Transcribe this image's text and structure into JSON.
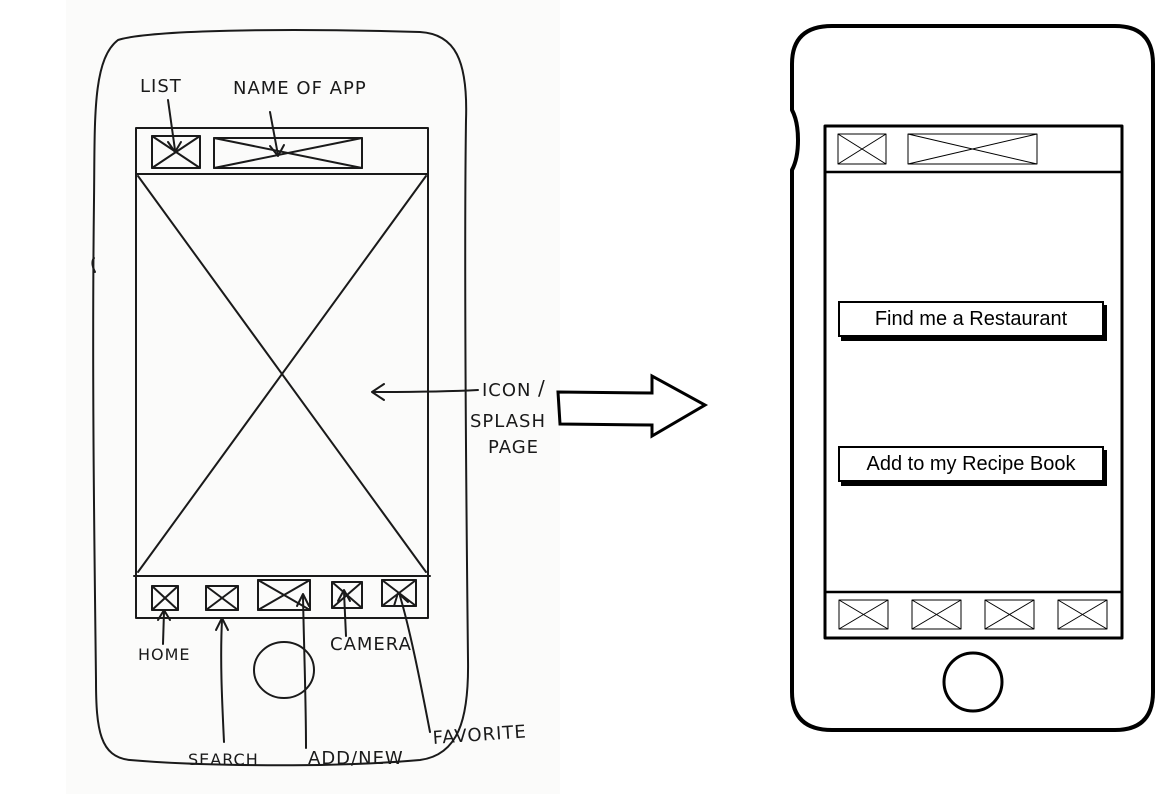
{
  "sketch": {
    "labels": {
      "list": "LIST",
      "name_of_app": "NAME OF APP",
      "icon": "ICON",
      "slash": "/",
      "splash": "SPLASH",
      "page": "PAGE",
      "home": "HOME",
      "camera": "CAMERA",
      "search": "SEARCH",
      "add_new": "ADD/NEW",
      "favorite": "FAVORITE"
    }
  },
  "wireframe": {
    "buttons": {
      "find_restaurant": "Find me a Restaurant",
      "add_recipe": "Add to my Recipe Book"
    }
  },
  "colors": {
    "ink": "#1a1a1a",
    "line": "#000000",
    "paper": "#fbfbfa",
    "background": "#ffffff"
  }
}
